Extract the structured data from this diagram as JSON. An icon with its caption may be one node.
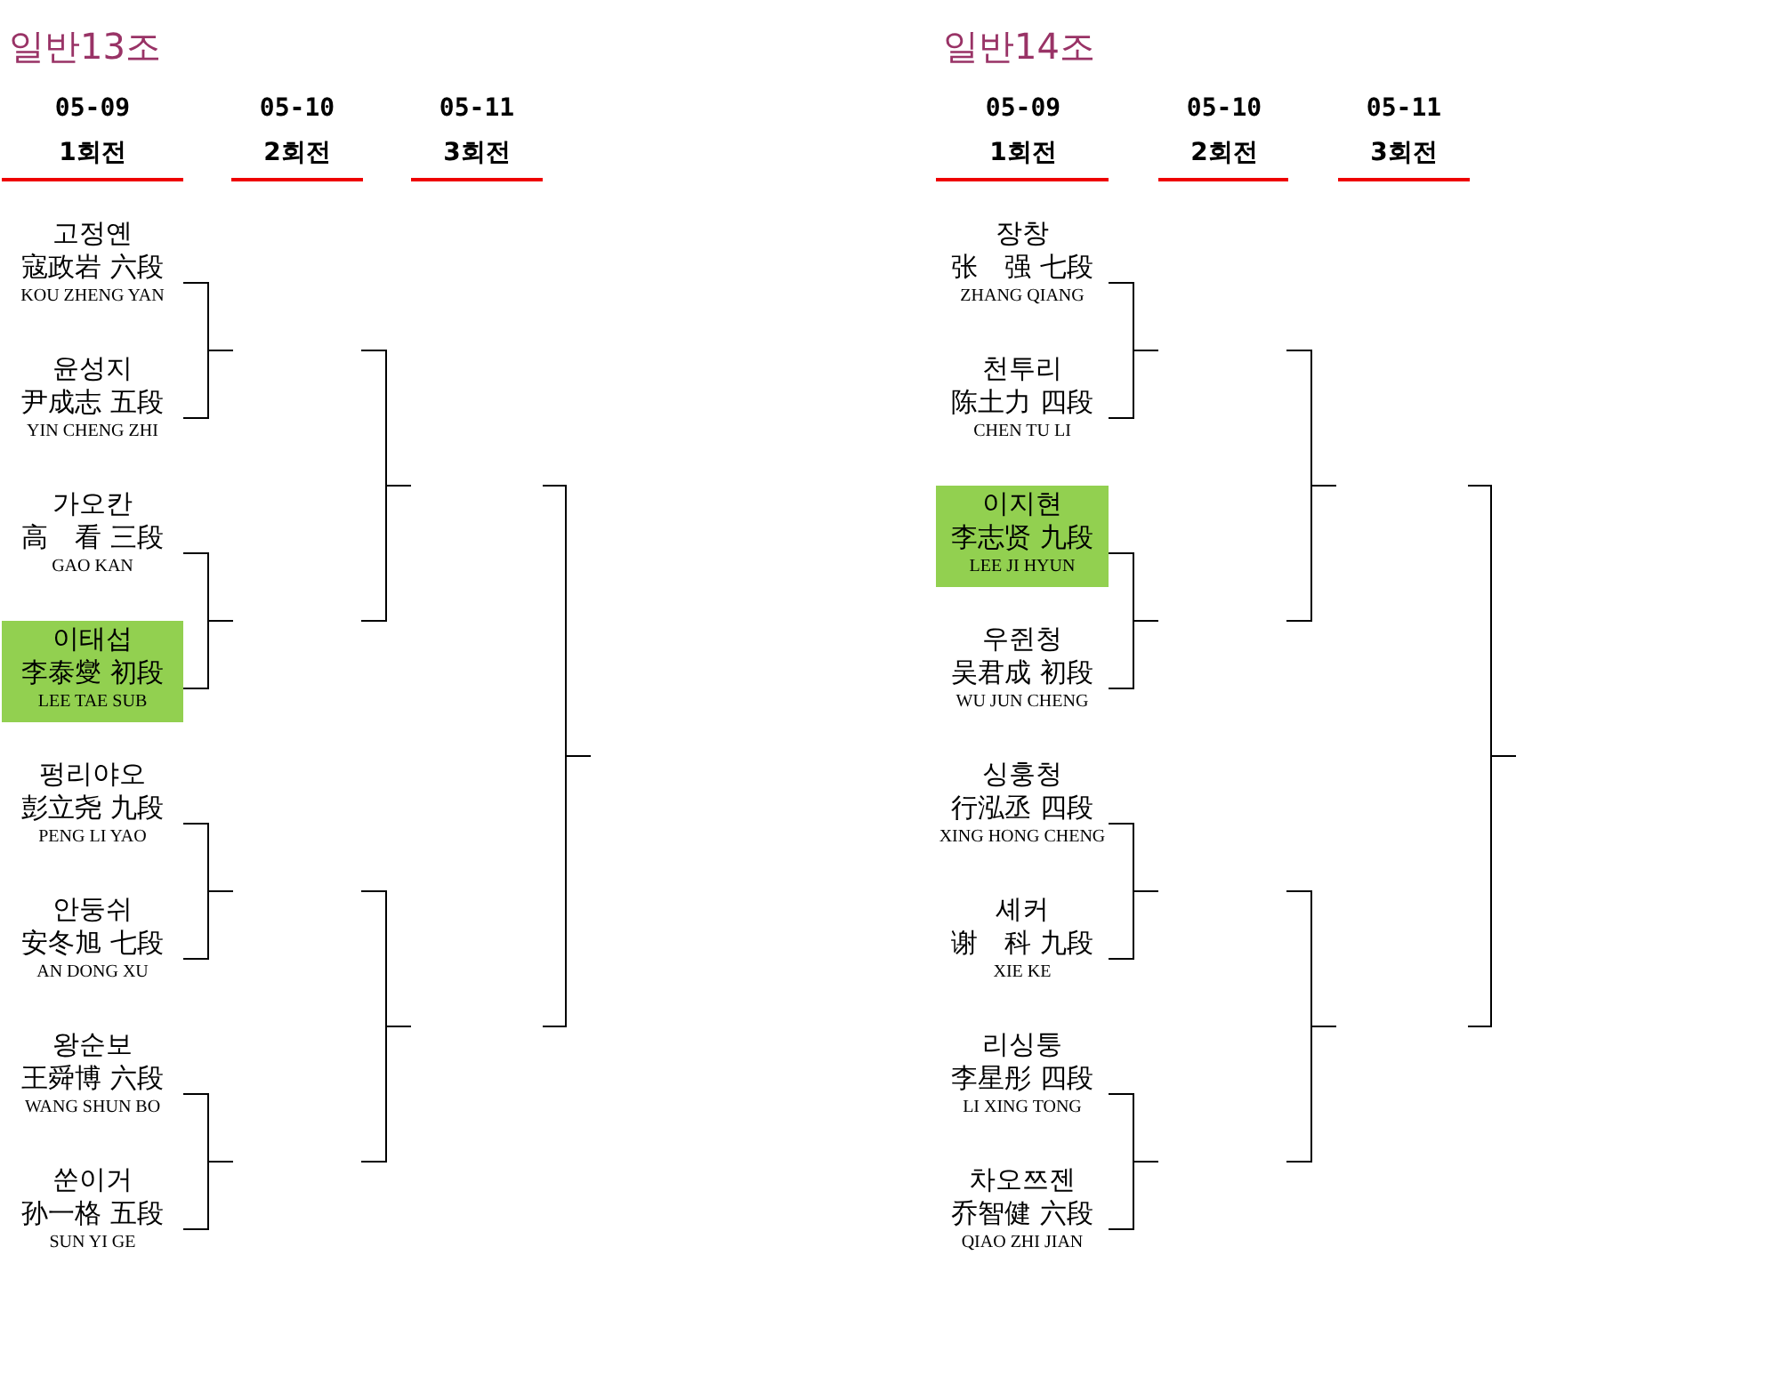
{
  "diagram": {
    "nodes": [
      {
        "text": [
          "고정옌",
          "寇政岩 六段",
          "KOU ZHENG YAN"
        ]
      },
      {
        "text": [
          "윤성지",
          "尹成志 五段",
          "YIN CHENG ZHI"
        ]
      },
      {
        "text": [
          "가오칸",
          "高　看 三段",
          "GAO KAN"
        ]
      },
      {
        "text": [
          "이태섭",
          "李泰燮 初段",
          "LEE TAE SUB"
        ]
      },
      {
        "text": [
          "펑리야오",
          "彭立尧 九段",
          "PENG LI YAO"
        ]
      },
      {
        "text": [
          "안둥쉬",
          "安冬旭 七段",
          "AN DONG XU"
        ]
      },
      {
        "text": [
          "왕순보",
          "王舜博 六段",
          "WANG SHUN BO"
        ]
      },
      {
        "text": [
          "쑨이거",
          "孙一格 五段",
          "SUN YI GE"
        ]
      },
      {
        "text": [
          "장창",
          "张　强 七段",
          "ZHANG QIANG"
        ]
      },
      {
        "text": [
          "천투리",
          "陈土力 四段",
          "CHEN TU LI"
        ]
      },
      {
        "text": [
          "이지현",
          "李志贤 九段",
          "LEE JI HYUN"
        ]
      },
      {
        "text": [
          "우쥔청",
          "吴君成 初段",
          "WU JUN CHENG"
        ]
      },
      {
        "text": [
          "싱훙청",
          "行泓丞 四段",
          "XING HONG CHENG"
        ]
      },
      {
        "text": [
          "셰커",
          "谢　科 九段",
          "XIE KE"
        ]
      },
      {
        "text": [
          "리싱퉁",
          "李星彤 四段",
          "LI XING TONG"
        ]
      },
      {
        "text": [
          "차오쯔젠",
          "乔智健 六段",
          "QIAO ZHI JIAN"
        ]
      }
    ],
    "edges": [
      {
        "from": 0,
        "to": 1,
        "arrow": "none"
      },
      {
        "from": 2,
        "to": 3,
        "arrow": "none"
      },
      {
        "from": 4,
        "to": 5,
        "arrow": "none"
      },
      {
        "from": 6,
        "to": 7,
        "arrow": "none"
      },
      {
        "from": 8,
        "to": 9,
        "arrow": "none"
      },
      {
        "from": 10,
        "to": 11,
        "arrow": "none"
      },
      {
        "from": 12,
        "to": 13,
        "arrow": "none"
      },
      {
        "from": 14,
        "to": 15,
        "arrow": "none"
      }
    ],
    "labels": [
      "일반13조",
      "일반14조",
      "05-09",
      "05-10",
      "05-11",
      "05-09",
      "05-10",
      "05-11",
      "1회전",
      "2회전",
      "3회전",
      "1회전",
      "2회전",
      "3회전"
    ]
  }
}
